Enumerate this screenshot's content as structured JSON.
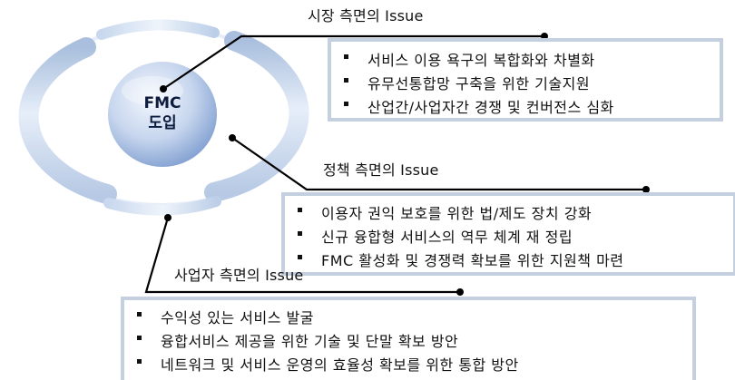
{
  "center": {
    "line1": "FMC",
    "line2": "도입"
  },
  "sections": {
    "market": {
      "heading": "시장 측면의 Issue",
      "items": [
        "서비스 이용 욕구의 복합화와 차별화",
        "유무선통합망 구축을 위한 기술지원",
        "산업간/사업자간 경쟁 및 컨버전스 심화"
      ]
    },
    "policy": {
      "heading": "정책 측면의 Issue",
      "items": [
        "이용자 권익 보호를 위한 법/제도 장치 강화",
        "신규 융합형 서비스의 역무 체계 재 정립",
        "FMC 활성화 및 경쟁력 확보를 위한 지원책 마련"
      ]
    },
    "operator": {
      "heading": "사업자 측면의 Issue",
      "items": [
        "수익성 있는 서비스 발굴",
        "융합서비스 제공을 위한 기술 및 단말 확보 방안",
        "네트워크 및 서비스 운영의 효율성 확보를 위한 통합 방안"
      ]
    }
  },
  "colors": {
    "ring_light": "#dfe9f6",
    "ring_mid": "#a9bfdd",
    "sphere_light": "#eef3fb",
    "sphere_dark": "#6d8fc4",
    "box_border": "#c4d0e0",
    "connector": "#000000"
  }
}
